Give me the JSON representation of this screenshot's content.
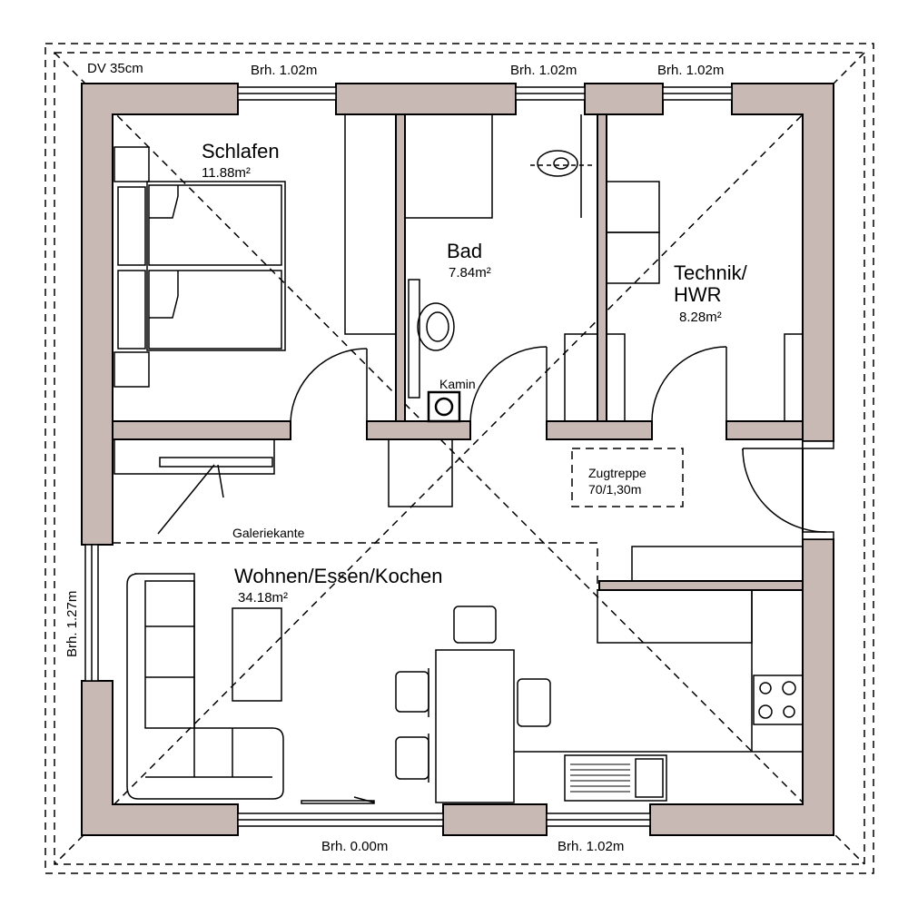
{
  "colors": {
    "wall_fill": "#c9b9b4",
    "line": "#000000",
    "background": "#ffffff"
  },
  "wall_thickness": "DV 35cm",
  "rooms": {
    "schlafen": {
      "name": "Schlafen",
      "area": "11.88m²"
    },
    "bad": {
      "name": "Bad",
      "area": "7.84m²"
    },
    "technik": {
      "name_line1": "Technik/",
      "name_line2": "HWR",
      "area": "8.28m²"
    },
    "wohnen": {
      "name": "Wohnen/Essen/Kochen",
      "area": "34.18m²"
    }
  },
  "fixtures": {
    "kamin": "Kamin",
    "galerie": "Galeriekante",
    "zugtreppe_line1": "Zugtreppe",
    "zugtreppe_line2": "70/1,30m"
  },
  "windows": {
    "top_left": "Brh. 1.02m",
    "top_middle": "Brh. 1.02m",
    "top_right": "Brh. 1.02m",
    "bottom_left": "Brh. 0.00m",
    "bottom_right": "Brh. 1.02m",
    "left": "Brh. 1.27m"
  }
}
